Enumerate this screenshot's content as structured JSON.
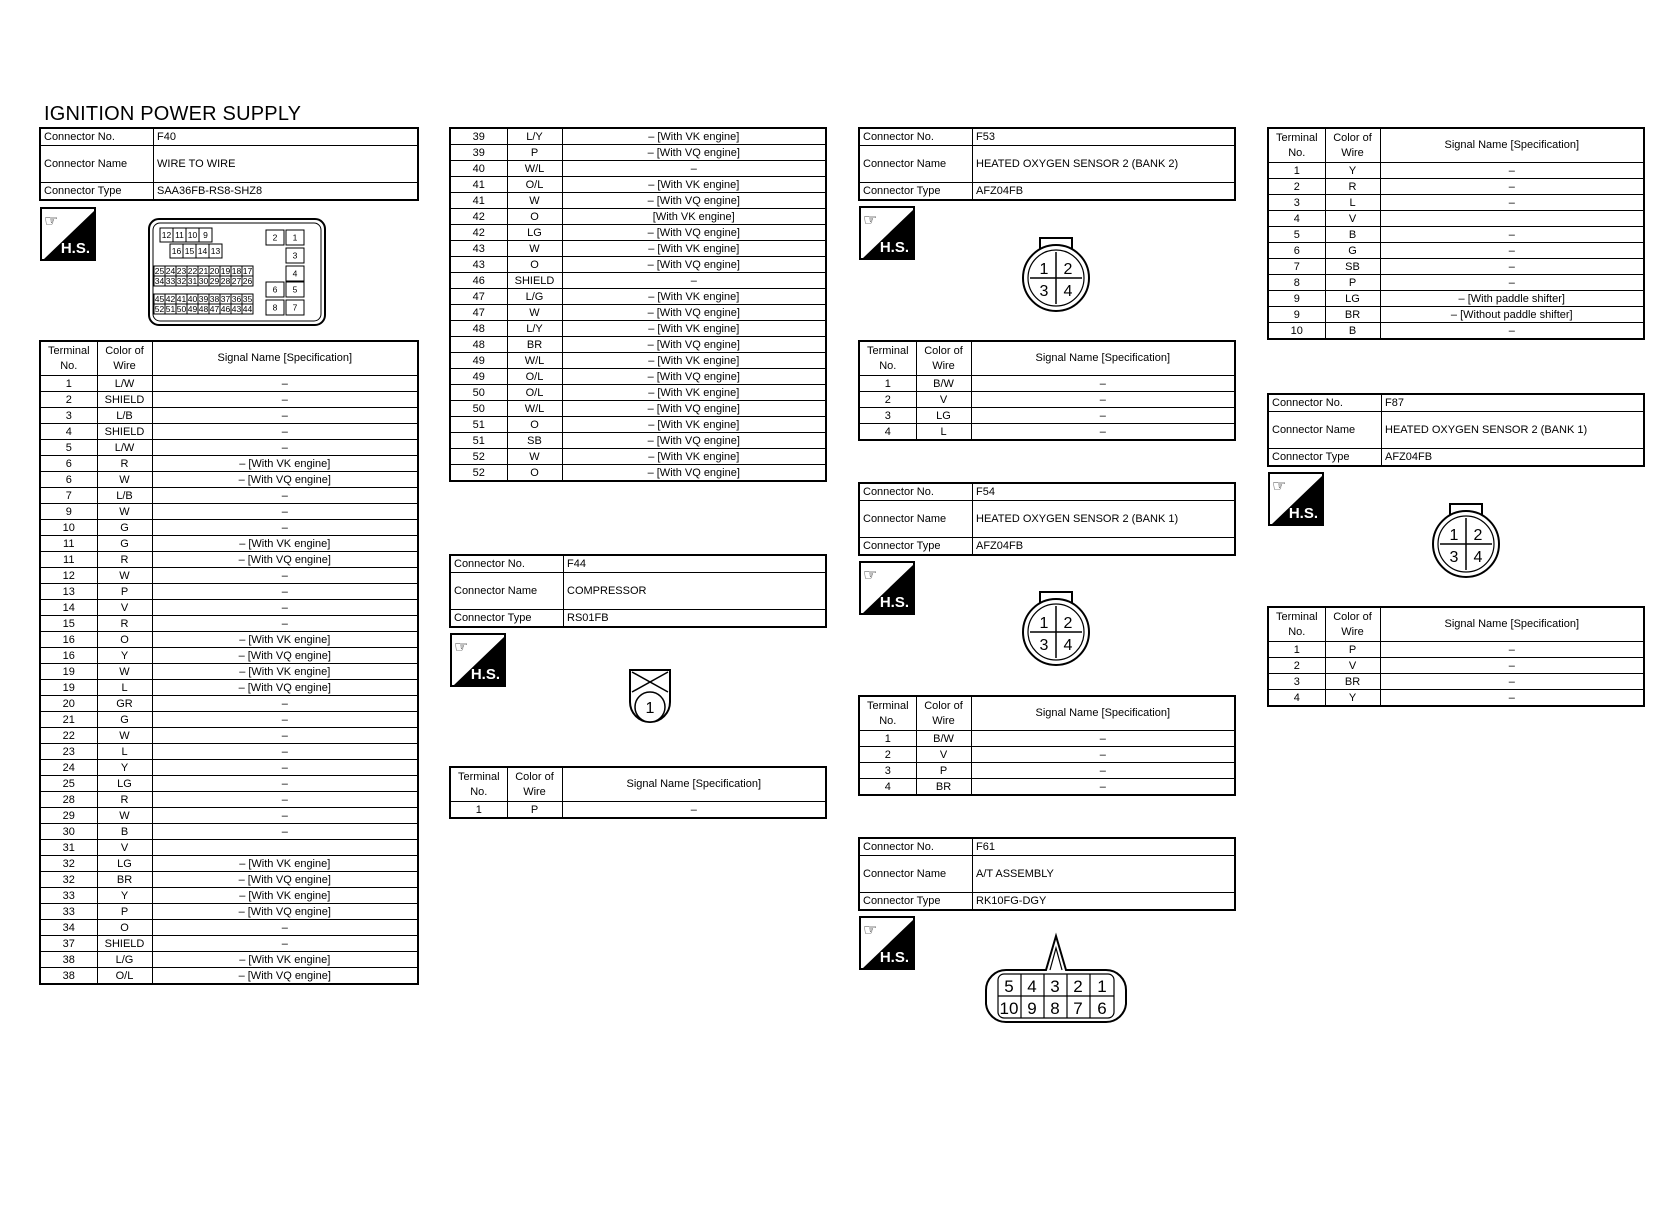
{
  "page": {
    "title": "IGNITION POWER SUPPLY"
  },
  "labels": {
    "connector_no": "Connector No.",
    "connector_name": "Connector Name",
    "connector_type": "Connector Type",
    "terminal_no": "Terminal No.",
    "color_of_wire": "Color of Wire",
    "signal_name": "Signal Name [Specification]",
    "hs": "H.S."
  },
  "f40": {
    "no": "F40",
    "name": "WIRE TO WIRE",
    "type": "SAA36FB-RS8-SHZ8",
    "pins": {
      "r1": [
        "12",
        "11",
        "10",
        "9"
      ],
      "r2": [
        "16",
        "15",
        "14",
        "13"
      ],
      "r3": [
        "25",
        "24",
        "23",
        "22",
        "21",
        "20",
        "19",
        "18",
        "17"
      ],
      "r4": [
        "34",
        "33",
        "32",
        "31",
        "30",
        "29",
        "28",
        "27",
        "26"
      ],
      "r5": [
        "45",
        "42",
        "41",
        "40",
        "39",
        "38",
        "37",
        "36",
        "35"
      ],
      "r6": [
        "52",
        "51",
        "50",
        "49",
        "48",
        "47",
        "46",
        "43",
        "44"
      ],
      "rc1": [
        "2",
        "1"
      ],
      "rc2": [
        "3"
      ],
      "rc3": [
        "4"
      ],
      "rc4": [
        "6",
        "5"
      ],
      "rc5": [
        "8",
        "7"
      ]
    },
    "rows": [
      [
        "1",
        "L/W",
        "–"
      ],
      [
        "2",
        "SHIELD",
        "–"
      ],
      [
        "3",
        "L/B",
        "–"
      ],
      [
        "4",
        "SHIELD",
        "–"
      ],
      [
        "5",
        "L/W",
        "–"
      ],
      [
        "6",
        "R",
        "– [With VK engine]"
      ],
      [
        "6",
        "W",
        "– [With VQ engine]"
      ],
      [
        "7",
        "L/B",
        "–"
      ],
      [
        "9",
        "W",
        "–"
      ],
      [
        "10",
        "G",
        "–"
      ],
      [
        "11",
        "G",
        "– [With VK engine]"
      ],
      [
        "11",
        "R",
        "– [With VQ engine]"
      ],
      [
        "12",
        "W",
        "–"
      ],
      [
        "13",
        "P",
        "–"
      ],
      [
        "14",
        "V",
        "–"
      ],
      [
        "15",
        "R",
        "–"
      ],
      [
        "16",
        "O",
        "– [With VK engine]"
      ],
      [
        "16",
        "Y",
        "– [With VQ engine]"
      ],
      [
        "19",
        "W",
        "– [With VK engine]"
      ],
      [
        "19",
        "L",
        "– [With VQ engine]"
      ],
      [
        "20",
        "GR",
        "–"
      ],
      [
        "21",
        "G",
        "–"
      ],
      [
        "22",
        "W",
        "–"
      ],
      [
        "23",
        "L",
        "–"
      ],
      [
        "24",
        "Y",
        "–"
      ],
      [
        "25",
        "LG",
        "–"
      ],
      [
        "28",
        "R",
        "–"
      ],
      [
        "29",
        "W",
        "–"
      ],
      [
        "30",
        "B",
        "–"
      ],
      [
        "31",
        "V",
        ""
      ],
      [
        "32",
        "LG",
        "– [With VK engine]"
      ],
      [
        "32",
        "BR",
        "– [With VQ engine]"
      ],
      [
        "33",
        "Y",
        "– [With VK engine]"
      ],
      [
        "33",
        "P",
        "– [With VQ engine]"
      ],
      [
        "34",
        "O",
        "–"
      ],
      [
        "37",
        "SHIELD",
        "–"
      ],
      [
        "38",
        "L/G",
        "– [With VK engine]"
      ],
      [
        "38",
        "O/L",
        "– [With VQ engine]"
      ]
    ],
    "rows_cont": [
      [
        "39",
        "L/Y",
        "– [With VK engine]"
      ],
      [
        "39",
        "P",
        "– [With VQ engine]"
      ],
      [
        "40",
        "W/L",
        "–"
      ],
      [
        "41",
        "O/L",
        "– [With VK engine]"
      ],
      [
        "41",
        "W",
        "– [With VQ engine]"
      ],
      [
        "42",
        "O",
        "[With VK engine]"
      ],
      [
        "42",
        "LG",
        "– [With VQ engine]"
      ],
      [
        "43",
        "W",
        "– [With VK engine]"
      ],
      [
        "43",
        "O",
        "– [With VQ engine]"
      ],
      [
        "46",
        "SHIELD",
        "–"
      ],
      [
        "47",
        "L/G",
        "– [With VK engine]"
      ],
      [
        "47",
        "W",
        "– [With VQ engine]"
      ],
      [
        "48",
        "L/Y",
        "– [With VK engine]"
      ],
      [
        "48",
        "BR",
        "– [With VQ engine]"
      ],
      [
        "49",
        "W/L",
        "– [With VK engine]"
      ],
      [
        "49",
        "O/L",
        "– [With VQ engine]"
      ],
      [
        "50",
        "O/L",
        "– [With VK engine]"
      ],
      [
        "50",
        "W/L",
        "– [With VQ engine]"
      ],
      [
        "51",
        "O",
        "– [With VK engine]"
      ],
      [
        "51",
        "SB",
        "– [With VQ engine]"
      ],
      [
        "52",
        "W",
        "– [With VK engine]"
      ],
      [
        "52",
        "O",
        "– [With VQ engine]"
      ]
    ]
  },
  "f44": {
    "no": "F44",
    "name": "COMPRESSOR",
    "type": "RS01FB",
    "pin": "1",
    "rows": [
      [
        "1",
        "P",
        "–"
      ]
    ]
  },
  "f53": {
    "no": "F53",
    "name": "HEATED OXYGEN SENSOR 2 (BANK 2)",
    "type": "AFZ04FB",
    "pins": [
      "1",
      "2",
      "3",
      "4"
    ],
    "rows": [
      [
        "1",
        "B/W",
        "–"
      ],
      [
        "2",
        "V",
        "–"
      ],
      [
        "3",
        "LG",
        "–"
      ],
      [
        "4",
        "L",
        "–"
      ]
    ]
  },
  "f54": {
    "no": "F54",
    "name": "HEATED OXYGEN SENSOR 2 (BANK 1)",
    "type": "AFZ04FB",
    "pins": [
      "1",
      "2",
      "3",
      "4"
    ],
    "rows": [
      [
        "1",
        "B/W",
        "–"
      ],
      [
        "2",
        "V",
        "–"
      ],
      [
        "3",
        "P",
        "–"
      ],
      [
        "4",
        "BR",
        "–"
      ]
    ]
  },
  "f61": {
    "no": "F61",
    "name": "A/T ASSEMBLY",
    "type": "RK10FG-DGY",
    "pins_top": [
      "5",
      "4",
      "3",
      "2",
      "1"
    ],
    "pins_bottom": [
      "10",
      "9",
      "8",
      "7",
      "6"
    ],
    "rows": [
      [
        "1",
        "Y",
        "–"
      ],
      [
        "2",
        "R",
        "–"
      ],
      [
        "3",
        "L",
        "–"
      ],
      [
        "4",
        "V",
        ""
      ],
      [
        "5",
        "B",
        "–"
      ],
      [
        "6",
        "G",
        "–"
      ],
      [
        "7",
        "SB",
        "–"
      ],
      [
        "8",
        "P",
        "–"
      ],
      [
        "9",
        "LG",
        "– [With paddle shifter]"
      ],
      [
        "9",
        "BR",
        "– [Without paddle shifter]"
      ],
      [
        "10",
        "B",
        "–"
      ]
    ]
  },
  "f87": {
    "no": "F87",
    "name": "HEATED OXYGEN SENSOR 2 (BANK 1)",
    "type": "AFZ04FB",
    "pins": [
      "1",
      "2",
      "3",
      "4"
    ],
    "rows": [
      [
        "1",
        "P",
        "–"
      ],
      [
        "2",
        "V",
        "–"
      ],
      [
        "3",
        "BR",
        "–"
      ],
      [
        "4",
        "Y",
        "–"
      ]
    ]
  }
}
